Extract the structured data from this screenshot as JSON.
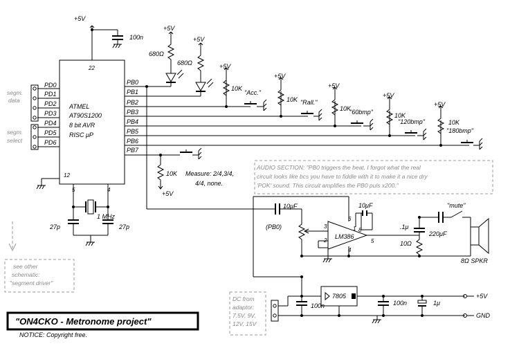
{
  "title": "\"ON4CKO - Metronome project\"",
  "notice": "NOTICE: Copyright free.",
  "mcu": {
    "pin_top": "22",
    "pin_gnd": "12",
    "pin_x1": "5",
    "pin_x2": "4",
    "line1": "ATMEL",
    "line2": "AT90S1200",
    "line3": "8 bit AVR",
    "line4": "RISC μP",
    "pins_left": [
      "PD0",
      "PD1",
      "PD2",
      "PD3",
      "PD4",
      "PD5",
      "PD6"
    ],
    "pins_right": [
      "PB0",
      "PB1",
      "PB2",
      "PB3",
      "PB4",
      "PB5",
      "PB6",
      "PB7"
    ]
  },
  "connectors": {
    "data_label": "segm. data",
    "data_l1": "segm.",
    "data_l2": "data",
    "select_l1": "segm.",
    "select_l2": "select"
  },
  "supply_label": "+5V",
  "components": {
    "c_top": "100n",
    "r_led": "680Ω",
    "r_pull": "10K",
    "crystal": "1 MHz",
    "c_xtal": "27p",
    "c_in": "10μF",
    "c_gain": "10μF",
    "c_snub": ".1μ",
    "r_snub": "10Ω",
    "c_out": "220μF",
    "amp": "LM386",
    "amp_pins": [
      "1",
      "8",
      "3",
      "2",
      "5",
      "6",
      "4"
    ],
    "speaker": "8Ω SPKR",
    "reg": "7805",
    "c_reg_in": "100n",
    "c_reg_out1": "100n",
    "c_reg_out2": "1μ"
  },
  "buttons": [
    "\"Acc.\"",
    "\"Rall.\"",
    "\"60bmp\"",
    "\"120bmp\"",
    "\"180bmp\""
  ],
  "measure": {
    "line1": "Measure: 2/4,3/4,",
    "line2": "4/4, none."
  },
  "mute": "\"mute\"",
  "pb0_label": "(PB0)",
  "audio_note": [
    "AUDIO SECTION: \"PB0 triggers the beat. I forgot what the real",
    "circuit looks like bcs you have to fiddle with it to make it a nice dry",
    "'POK' sound. This circuit amplifies the PB0 puls x200.\""
  ],
  "see_other": [
    "see other",
    "schematic:",
    "\"segment driver\""
  ],
  "dc_note": [
    "DC from",
    "adaptor:",
    "7.5V, 9V,",
    "12V, 15V"
  ],
  "out_plus": "+5V",
  "out_gnd": "GND"
}
